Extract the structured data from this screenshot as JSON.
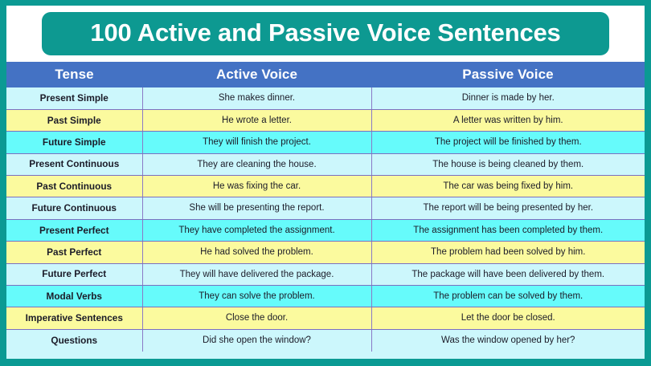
{
  "title": "100 Active and Passive Voice Sentences",
  "colors": {
    "frame_teal": "#0b9a93",
    "title_pill_teal": "#0d9991",
    "header_blue": "#4472c4",
    "row_light_cyan": "#ccf7fc",
    "row_yellow": "#fbfa9e",
    "row_bright_cyan": "#66fbfb",
    "cell_border_purple": "#8a79c6",
    "text_dark": "#1b1b28",
    "title_text": "#ffffff"
  },
  "table": {
    "headers": [
      "Tense",
      "Active Voice",
      "Passive Voice"
    ],
    "rows": [
      {
        "tense": "Present Simple",
        "active": "She makes dinner.",
        "passive": "Dinner is made by her.",
        "band": "bg-lightcyan"
      },
      {
        "tense": "Past Simple",
        "active": "He wrote a letter.",
        "passive": "A letter was written by him.",
        "band": "bg-yellow"
      },
      {
        "tense": "Future Simple",
        "active": "They will finish the project.",
        "passive": "The project will be finished by them.",
        "band": "bg-brightcyan"
      },
      {
        "tense": "Present Continuous",
        "active": "They are cleaning the house.",
        "passive": "The house is being cleaned by them.",
        "band": "bg-lightcyan"
      },
      {
        "tense": "Past Continuous",
        "active": "He was fixing the car.",
        "passive": "The car was being fixed by him.",
        "band": "bg-yellow"
      },
      {
        "tense": "Future Continuous",
        "active": "She will be presenting the report.",
        "passive": "The report will be being presented by her.",
        "band": "bg-lightcyan"
      },
      {
        "tense": "Present Perfect",
        "active": "They have completed the assignment.",
        "passive": "The assignment has been completed by them.",
        "band": "bg-brightcyan"
      },
      {
        "tense": "Past Perfect",
        "active": "He had solved the problem.",
        "passive": "The problem had been solved by him.",
        "band": "bg-yellow"
      },
      {
        "tense": "Future Perfect",
        "active": "They will have delivered the package.",
        "passive": "The package will have been delivered by them.",
        "band": "bg-lightcyan"
      },
      {
        "tense": "Modal Verbs",
        "active": "They can solve the problem.",
        "passive": "The problem can be solved by them.",
        "band": "bg-brightcyan"
      },
      {
        "tense": "Imperative Sentences",
        "active": "Close the door.",
        "passive": "Let the door be closed.",
        "band": "bg-yellow"
      },
      {
        "tense": "Questions",
        "active": "Did she open the window?",
        "passive": "Was the window opened by her?",
        "band": "bg-lightcyan"
      }
    ]
  }
}
